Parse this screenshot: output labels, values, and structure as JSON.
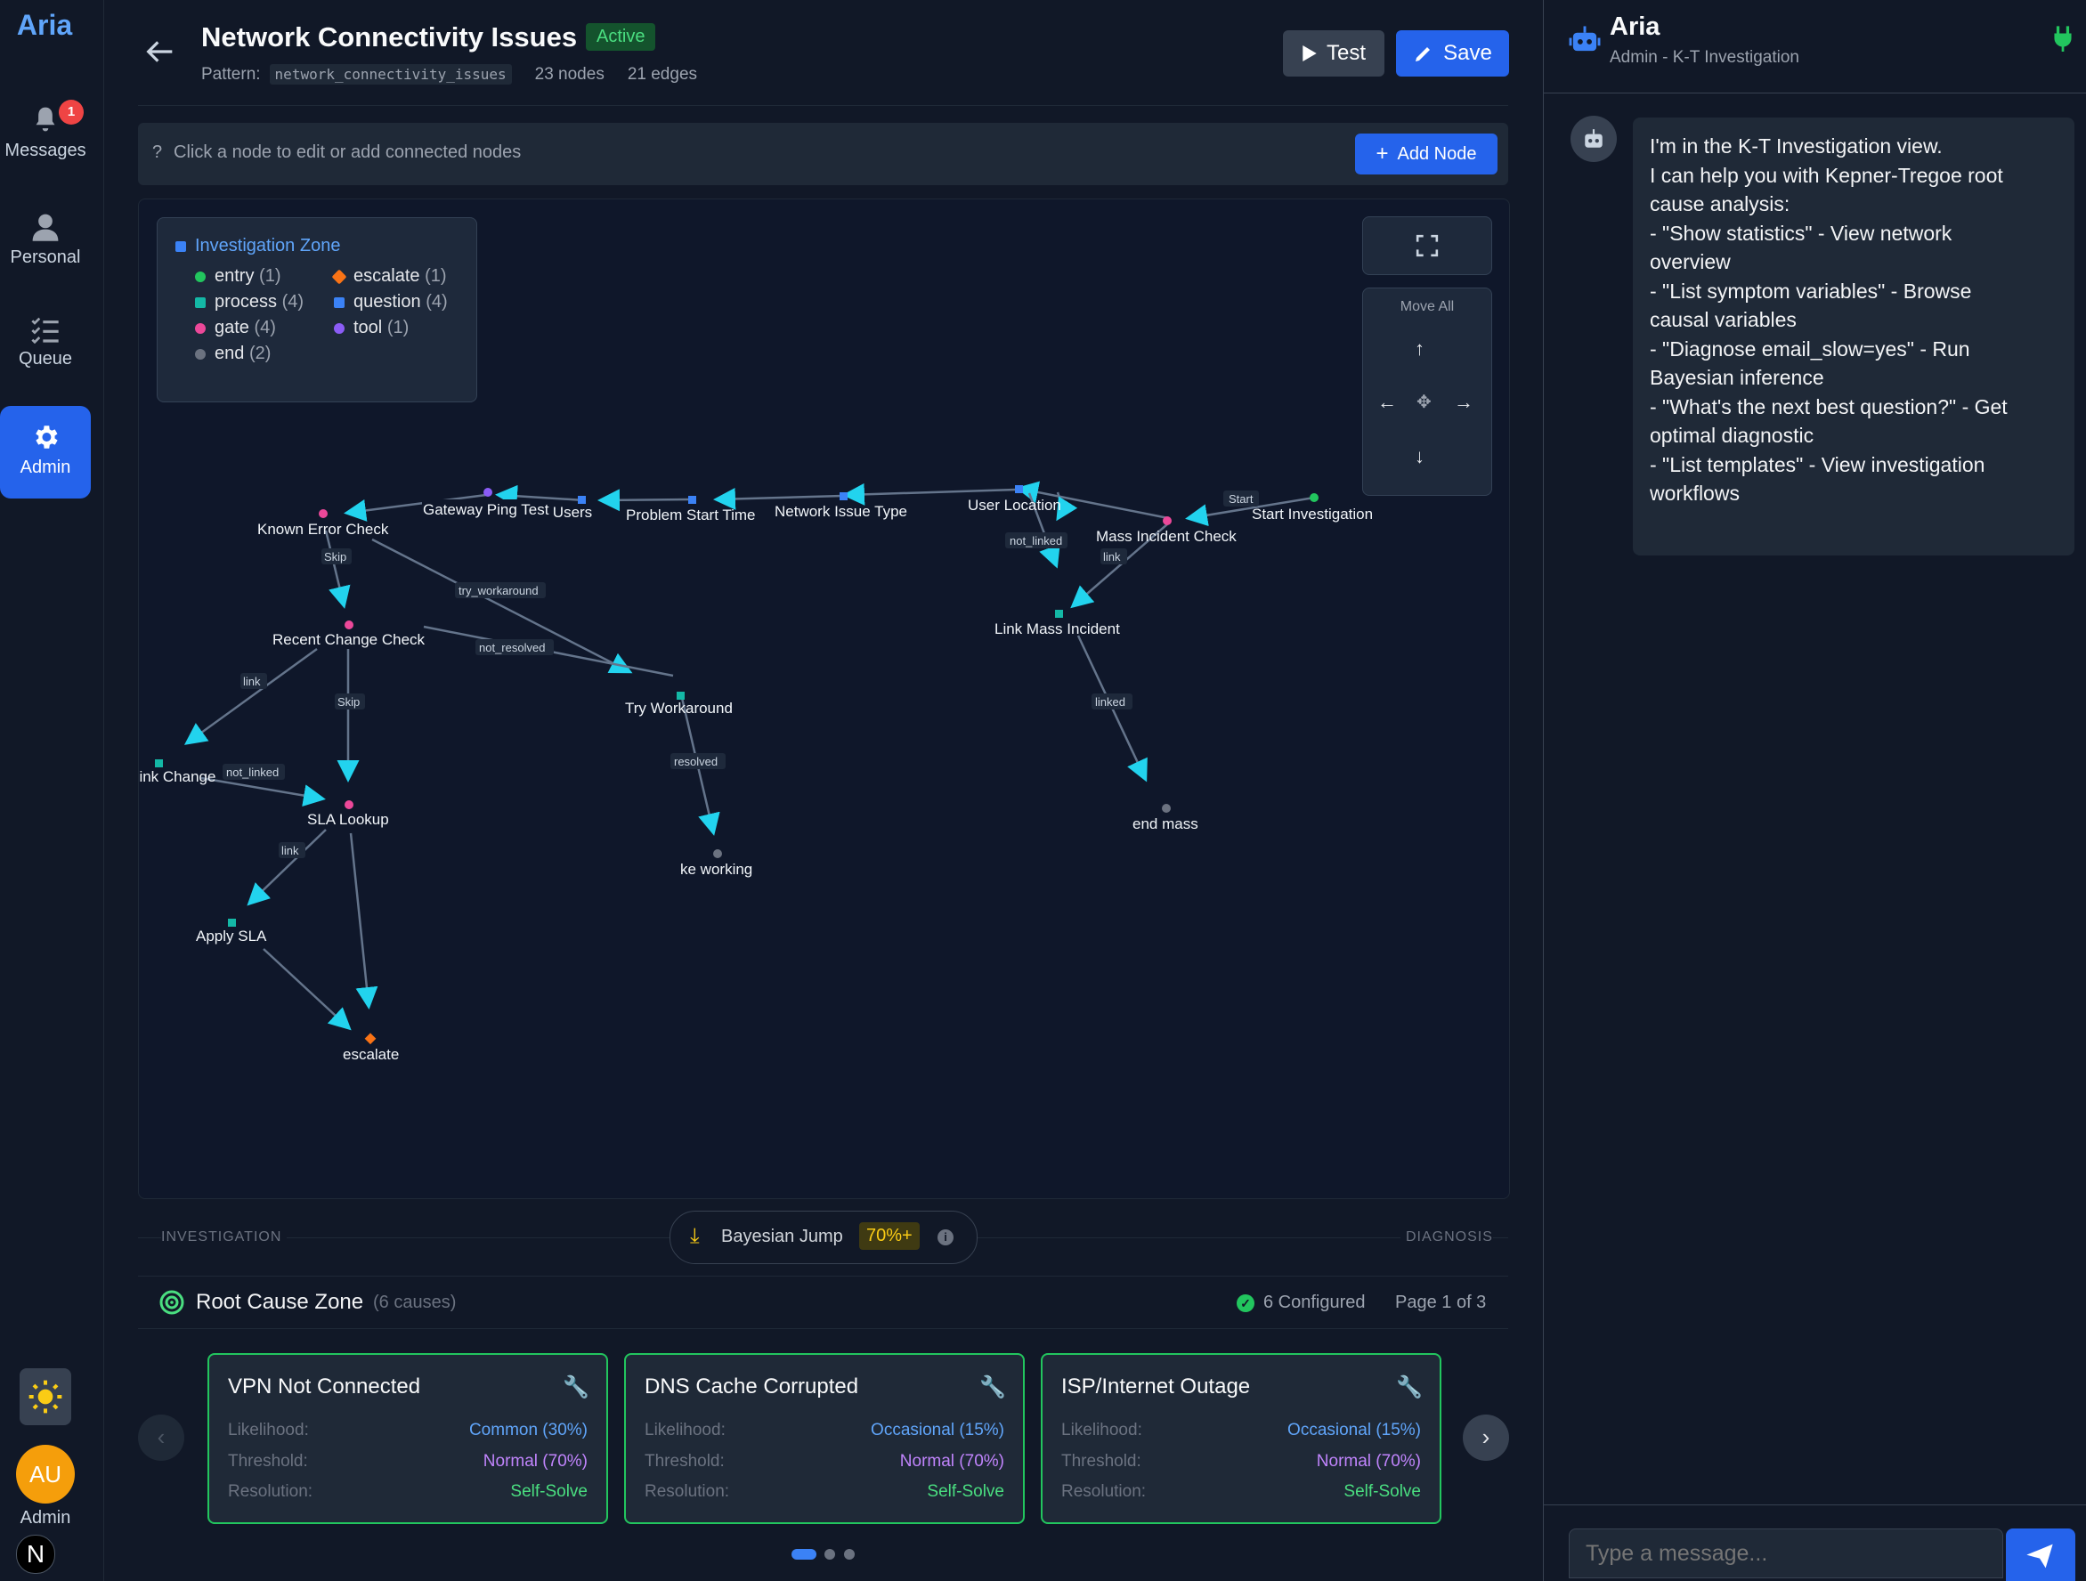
{
  "nav": {
    "brand": "Aria",
    "messages_label": "Messages",
    "messages_badge": "1",
    "personal_label": "Personal",
    "queue_label": "Queue",
    "admin_label": "Admin",
    "user_initials": "AU",
    "user_label": "Admin",
    "bottom_logo": "N"
  },
  "header": {
    "title": "Network Connectivity Issues",
    "status": "Active",
    "pattern_label": "Pattern:",
    "pattern_value": "network_connectivity_issues",
    "nodes_count": "23 nodes",
    "edges_count": "21 edges",
    "test_label": "Test",
    "save_label": "Save"
  },
  "hint": {
    "icon": "?",
    "text": "Click a node to edit or add connected nodes",
    "add_node_label": "Add Node"
  },
  "legend": {
    "title": "Investigation Zone",
    "items": [
      {
        "label": "entry",
        "count": "(1)",
        "color": "#22c55e"
      },
      {
        "label": "escalate",
        "count": "(1)",
        "color": "#f97316"
      },
      {
        "label": "process",
        "count": "(4)",
        "color": "#14b8a6"
      },
      {
        "label": "question",
        "count": "(4)",
        "color": "#3b82f6"
      },
      {
        "label": "gate",
        "count": "(4)",
        "color": "#ec4899"
      },
      {
        "label": "tool",
        "count": "(1)",
        "color": "#8b5cf6"
      },
      {
        "label": "end",
        "count": "(2)",
        "color": "#6b7280"
      }
    ]
  },
  "controls": {
    "move_all_label": "Move All"
  },
  "graph": {
    "nodes": [
      {
        "label": "Start Investigation",
        "type": "entry"
      },
      {
        "label": "Mass Incident Check",
        "type": "gate"
      },
      {
        "label": "User Location",
        "type": "question"
      },
      {
        "label": "Network Issue Type",
        "type": "question"
      },
      {
        "label": "Problem Start Time",
        "type": "question"
      },
      {
        "label": "Affected Users",
        "type": "question"
      },
      {
        "label": "Gateway Ping Test",
        "type": "tool"
      },
      {
        "label": "Known Error Check",
        "type": "gate"
      },
      {
        "label": "Recent Change Check",
        "type": "gate"
      },
      {
        "label": "Try Workaround",
        "type": "process"
      },
      {
        "label": "Link Change",
        "type": "process"
      },
      {
        "label": "SLA Lookup",
        "type": "gate"
      },
      {
        "label": "Apply SLA",
        "type": "process"
      },
      {
        "label": "escalate",
        "type": "escalate"
      },
      {
        "label": "ke working",
        "type": "end"
      },
      {
        "label": "Link Mass Incident",
        "type": "process"
      },
      {
        "label": "end mass",
        "type": "end"
      }
    ],
    "edge_labels": {
      "start": "Start",
      "not_linked_mass": "not_linked",
      "link_mass": "link",
      "linked": "linked",
      "skip_known": "Skip",
      "try_workaround": "try_workaround",
      "not_resolved": "not_resolved",
      "link_change": "link",
      "skip_recent": "Skip",
      "resolved": "resolved",
      "not_linked_change": "not_linked",
      "link_sla": "link"
    }
  },
  "divider": {
    "left": "INVESTIGATION",
    "center": "Bayesian Jump",
    "threshold": "70%+",
    "right": "DIAGNOSIS"
  },
  "root_cause": {
    "title": "Root Cause Zone",
    "count": "(6 causes)",
    "configured": "6 Configured",
    "page": "Page 1 of 3",
    "likelihood_label": "Likelihood:",
    "threshold_label": "Threshold:",
    "resolution_label": "Resolution:",
    "cards": [
      {
        "title": "VPN Not Connected",
        "likelihood": "Common (30%)",
        "threshold": "Normal (70%)",
        "resolution": "Self-Solve"
      },
      {
        "title": "DNS Cache Corrupted",
        "likelihood": "Occasional (15%)",
        "threshold": "Normal (70%)",
        "resolution": "Self-Solve"
      },
      {
        "title": "ISP/Internet Outage",
        "likelihood": "Occasional (15%)",
        "threshold": "Normal (70%)",
        "resolution": "Self-Solve"
      }
    ]
  },
  "chat": {
    "title": "Aria",
    "subtitle": "Admin - K-T Investigation",
    "message_lines": [
      "I'm in the K-T Investigation view.",
      "",
      "I can help you with Kepner-Tregoe root",
      "cause analysis:",
      "- \"Show statistics\" - View network",
      "overview",
      "- \"List symptom variables\" - Browse",
      "causal variables",
      "- \"Diagnose email_slow=yes\" - Run",
      "Bayesian inference",
      "- \"What's the next best question?\" - Get",
      "optimal diagnostic",
      "- \"List templates\" - View investigation",
      "workflows"
    ],
    "input_placeholder": "Type a message..."
  },
  "colors": {
    "accent": "#2563eb",
    "active_green": "#4ade80",
    "card_border": "#22c55e",
    "likelihood": "#60a5fa",
    "threshold": "#c084fc",
    "resolution": "#4ade80"
  }
}
